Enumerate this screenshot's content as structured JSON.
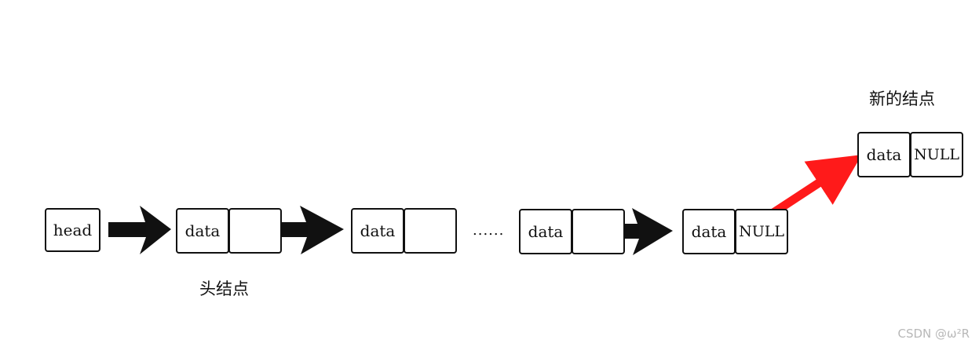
{
  "nodes": {
    "head_label": "head",
    "node1": {
      "data": "data",
      "next": ""
    },
    "node2": {
      "data": "data",
      "next": ""
    },
    "node3": {
      "data": "data",
      "next": ""
    },
    "node4": {
      "data": "data",
      "next": "NULL"
    },
    "new_node": {
      "data": "data",
      "next": "NULL"
    }
  },
  "ellipsis": "......",
  "labels": {
    "head_node": "头结点",
    "new_node": "新的结点"
  },
  "watermark": "CSDN @ω²R",
  "colors": {
    "stroke": "#111111",
    "new_link_arrow": "#ff1a1a"
  }
}
